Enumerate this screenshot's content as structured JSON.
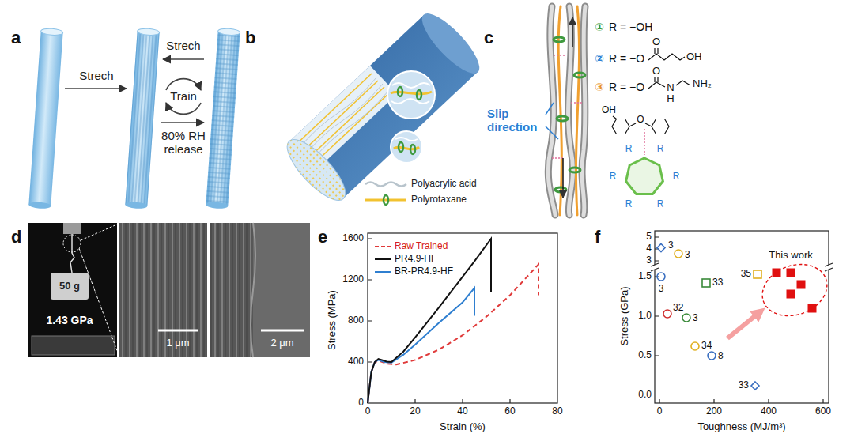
{
  "diagram": {
    "labels": [
      "a",
      "b",
      "c",
      "d",
      "e",
      "f",
      "Strech",
      "Strech",
      "Train",
      "80% RH release",
      "①",
      "R = −OH",
      "②",
      "R = −O",
      "O",
      "OH",
      "③",
      "R = −O",
      "O",
      "N",
      "H",
      "NH₂",
      "Slip direction",
      "OH",
      "O",
      "R",
      "R",
      "R",
      "R",
      "R",
      "R",
      "50 g",
      "1.43 GPa",
      "1 μm",
      "2 μm",
      "0",
      "400",
      "800",
      "1200",
      "1600",
      "0",
      "20",
      "40",
      "60",
      "80",
      "Stress (MPa)",
      "Strain (%)",
      "0.0",
      "0.5",
      "1.0",
      "1.5",
      "3",
      "4",
      "5",
      "0",
      "200",
      "400",
      "600",
      "Stress (GPa)",
      "Toughness (MJ/m³)",
      "This work",
      "3",
      "3",
      "3",
      "33",
      "35",
      "32",
      "3",
      "34",
      "8",
      "33"
    ],
    "legend": [
      {
        "text": "Polyacrylic acid"
      },
      {
        "text": "Polyrotaxane"
      },
      {
        "text": "Raw Trained"
      },
      {
        "text": "PR4.9-HF"
      },
      {
        "text": "BR-PR4.9-HF"
      }
    ]
  }
}
